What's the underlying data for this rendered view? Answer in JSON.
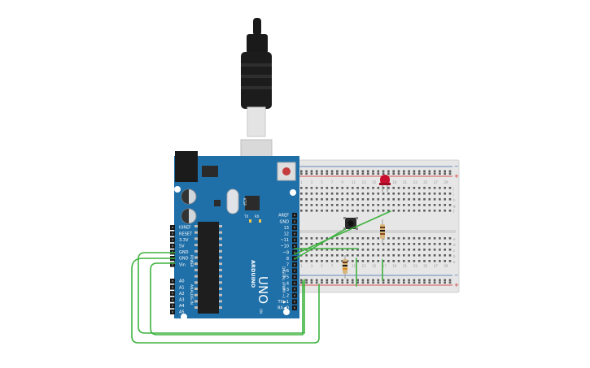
{
  "arduino": {
    "brand": "ARDUINO",
    "model": "UNO",
    "digital_header": "DIGITAL (PWM ~)",
    "analog_header": "ANALOG IN",
    "power_header": "POWER",
    "tx": "TX",
    "rx": "RX",
    "on": "ON",
    "icsp": "ICSP",
    "digital_pins": [
      "AREF",
      "GND",
      "13",
      "12",
      "~11",
      "~10",
      "~9",
      "8",
      "7",
      "~6",
      "~5",
      "4",
      "~3",
      "2",
      "TX▶1",
      "RX◀0"
    ],
    "power_pins": [
      "IOREF",
      "RESET",
      "3.3V",
      "5V",
      "GND",
      "GND",
      "Vin"
    ],
    "analog_pins": [
      "A0",
      "A1",
      "A2",
      "A3",
      "A4",
      "A5"
    ]
  },
  "breadboard": {
    "rail_plus": "+",
    "rail_minus": "−",
    "row_letters_top": [
      "j",
      "i",
      "h",
      "g",
      "f"
    ],
    "row_letters_bottom": [
      "e",
      "d",
      "c",
      "b",
      "a"
    ],
    "column_numbers": [
      "1",
      "3",
      "5",
      "7",
      "9",
      "11",
      "13",
      "15",
      "17",
      "19",
      "21",
      "23",
      "25",
      "27",
      "29"
    ]
  },
  "colors": {
    "board": "#1f6fa8",
    "wire": "#3fb23f",
    "led": "#c8102e",
    "breadboard": "#e6e6e6"
  }
}
